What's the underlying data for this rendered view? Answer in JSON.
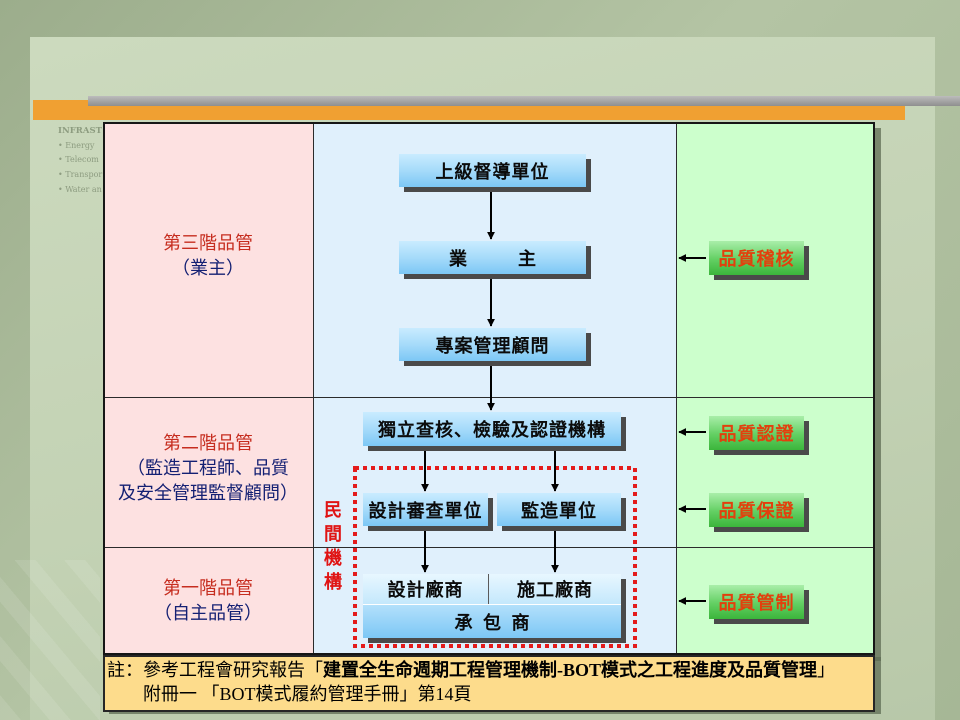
{
  "slide": {
    "background_text": [
      "INFRAST",
      "• Energy",
      "• Telecom",
      "• Transpor",
      "• Water an"
    ]
  },
  "colors": {
    "accent_bar": "#f0a032",
    "level_text": "#c62d1f",
    "scope_text": "#142073",
    "private_sector_text": "#e01414",
    "quality_text": "#e2400d",
    "private_sector_frame": "#e41b1b"
  },
  "tiers": [
    {
      "level": "第三階品管",
      "scope": [
        "（業主）"
      ]
    },
    {
      "level": "第二階品管",
      "scope": [
        "（監造工程師、品質",
        "及安全管理監督顧問）"
      ]
    },
    {
      "level": "第一階品管",
      "scope": [
        "（自主品管）"
      ]
    }
  ],
  "flow": {
    "supervisor": "上級督導單位",
    "owner": "業　　主",
    "pm_consultant": "專案管理顧問",
    "independent_agency": "獨立查核、檢驗及認證機構",
    "design_review": "設計審查單位",
    "supervision": "監造單位",
    "design_firm": "設計廠商",
    "construction_firm": "施工廠商",
    "contractor": "承 包 商"
  },
  "private_sector_label": [
    "民",
    "間",
    "機",
    "構"
  ],
  "quality_actions": [
    "品質稽核",
    "品質認證",
    "品質保證",
    "品質管制"
  ],
  "note": {
    "prefix": "註：參考工程會研究報告「",
    "report_title": "建置全生命週期工程管理機制-BOT模式之工程進度及品質管理",
    "suffix": "」",
    "line2": "附冊一 「BOT模式履約管理手冊」第14頁"
  }
}
